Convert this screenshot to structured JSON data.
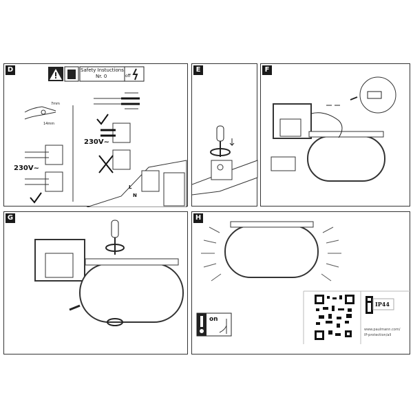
{
  "panels": {
    "d": {
      "label": "D",
      "safety_title": "Safety Instuctions",
      "safety_nr": "Nr. 0",
      "switch_off": "off",
      "strip_short": "7mm",
      "strip_long": "14mm",
      "voltage_left": "230V~",
      "voltage_right": "230V~",
      "live": "L",
      "neutral": "N"
    },
    "e": {
      "label": "E"
    },
    "f": {
      "label": "F"
    },
    "g": {
      "label": "G"
    },
    "h": {
      "label": "H",
      "switch_on": "on",
      "ip_rating": "IP44",
      "url_line1": "www.paulmann.com/",
      "url_line2": "IP-protection/all"
    }
  }
}
